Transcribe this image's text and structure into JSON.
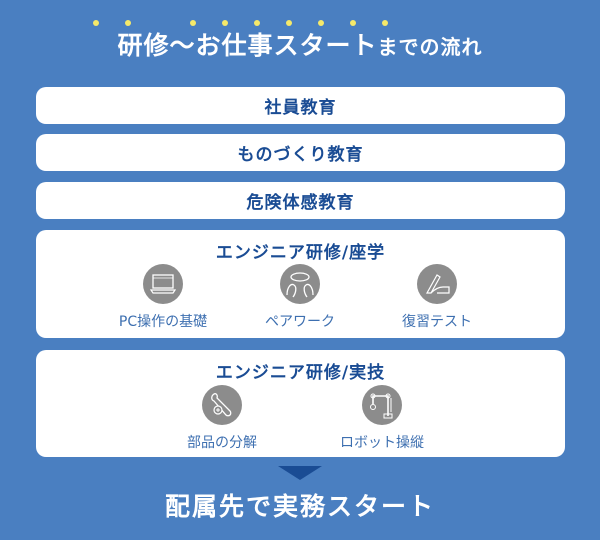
{
  "title": {
    "main": "研修～お仕事スタート",
    "suffix": "までの流れ",
    "emphasis_dot_color": "#f5e96a"
  },
  "steps": [
    {
      "label": "社員教育"
    },
    {
      "label": "ものづくり教育"
    },
    {
      "label": "危険体感教育"
    }
  ],
  "classroom": {
    "title": "エンジニア研修/座学",
    "items": [
      {
        "label": "PC操作の基礎",
        "icon": "laptop-icon"
      },
      {
        "label": "ペアワーク",
        "icon": "pair-discussion-icon"
      },
      {
        "label": "復習テスト",
        "icon": "writing-hand-icon"
      }
    ]
  },
  "practical": {
    "title": "エンジニア研修/実技",
    "items": [
      {
        "label": "部品の分解",
        "icon": "wrench-icon"
      },
      {
        "label": "ロボット操縦",
        "icon": "robot-arm-icon"
      }
    ]
  },
  "final": {
    "label": "配属先で実務スタート"
  },
  "colors": {
    "background": "#4a7fc1",
    "heading_text": "#1a4c94",
    "item_text": "#3d6fb0",
    "icon_bg": "#8c8c8c",
    "arrow": "#1a4c94"
  }
}
